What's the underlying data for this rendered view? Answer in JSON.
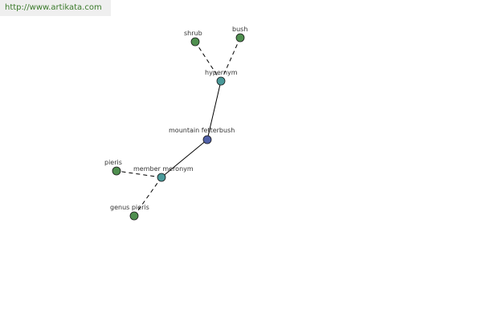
{
  "banner": {
    "url_text": "http://www.artikata.com"
  },
  "colors": {
    "center_node": "#5060a8",
    "relation_node": "#4a9a9a",
    "leaf_node": "#4f8f4f",
    "edge": "#000000"
  },
  "graph": {
    "nodes": [
      {
        "id": "center",
        "label": "mountain fetterbush",
        "kind": "center"
      },
      {
        "id": "hypernym",
        "label": "hypernym",
        "kind": "relation"
      },
      {
        "id": "member-meronym",
        "label": "member meronym",
        "kind": "relation"
      },
      {
        "id": "shrub",
        "label": "shrub",
        "kind": "leaf"
      },
      {
        "id": "bush",
        "label": "bush",
        "kind": "leaf"
      },
      {
        "id": "pieris",
        "label": "pieris",
        "kind": "leaf"
      },
      {
        "id": "genus-pieris",
        "label": "genus pieris",
        "kind": "leaf"
      }
    ],
    "edges": [
      {
        "from": "center",
        "to": "hypernym",
        "style": "solid"
      },
      {
        "from": "center",
        "to": "member-meronym",
        "style": "solid"
      },
      {
        "from": "hypernym",
        "to": "shrub",
        "style": "dashed"
      },
      {
        "from": "hypernym",
        "to": "bush",
        "style": "dashed"
      },
      {
        "from": "member-meronym",
        "to": "pieris",
        "style": "dashed"
      },
      {
        "from": "member-meronym",
        "to": "genus-pieris",
        "style": "dashed"
      }
    ]
  }
}
